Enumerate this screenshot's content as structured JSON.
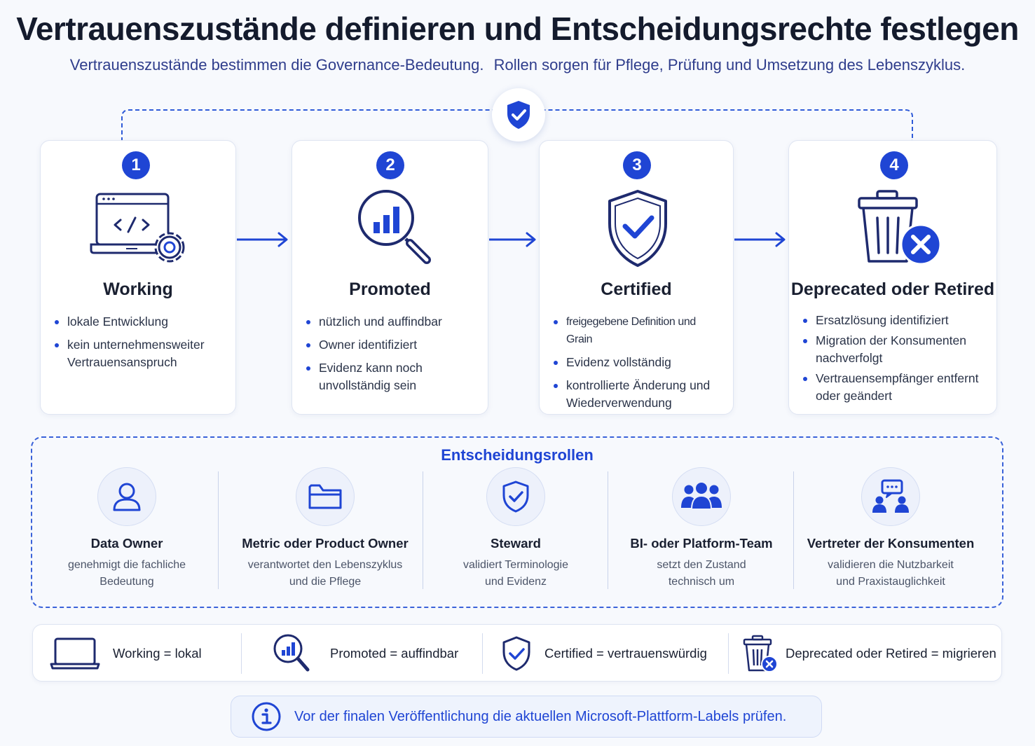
{
  "header": {
    "title": "Vertrauenszustände definieren und Entscheidungsrechte festlegen",
    "subtitle_1": "Vertrauenszustände bestimmen die Governance-Bedeutung.",
    "subtitle_2": "Rollen sorgen für Pflege, Prüfung und Umsetzung des Lebenszyklus."
  },
  "states": [
    {
      "number": "1",
      "title": "Working",
      "icon": "laptop-code-gear-icon",
      "bullets": [
        "lokale Entwicklung",
        "kein unternehmensweiter Vertrauensanspruch"
      ]
    },
    {
      "number": "2",
      "title": "Promoted",
      "icon": "magnifier-chart-icon",
      "bullets": [
        "nützlich und auffindbar",
        "Owner identifiziert",
        "Evidenz kann noch unvollständig sein"
      ]
    },
    {
      "number": "3",
      "title": "Certified",
      "icon": "shield-check-icon",
      "bullets": [
        "freigegebene Definition und Grain",
        "Evidenz vollständig",
        "kontrollierte Änderung und Wiederverwendung"
      ]
    },
    {
      "number": "4",
      "title": "Deprecated oder Retired",
      "icon": "trash-x-icon",
      "bullets": [
        "Ersatzlösung identifiziert",
        "Migration der Konsumenten nachverfolgt",
        "Vertrauensempfänger entfernt oder geändert"
      ]
    }
  ],
  "roles": {
    "title": "Entscheidungsrollen",
    "items": [
      {
        "name": "Data Owner",
        "desc_1": "genehmigt die fachliche",
        "desc_2": "Bedeutung",
        "icon": "person-icon"
      },
      {
        "name": "Metric oder Product Owner",
        "desc_1": "verantwortet den Lebenszyklus",
        "desc_2": "und die Pflege",
        "icon": "folder-icon"
      },
      {
        "name": "Steward",
        "desc_1": "validiert Terminologie",
        "desc_2": "und Evidenz",
        "icon": "shield-check-icon"
      },
      {
        "name": "BI- oder Platform-Team",
        "desc_1": "setzt den Zustand",
        "desc_2": "technisch um",
        "icon": "team-icon"
      },
      {
        "name": "Vertreter der Konsumenten",
        "desc_1": "validieren die Nutzbarkeit",
        "desc_2": "und Praxistauglichkeit",
        "icon": "users-chat-icon"
      }
    ]
  },
  "legend": [
    {
      "text": "Working = lokal",
      "icon": "laptop-icon"
    },
    {
      "text": "Promoted = auffindbar",
      "icon": "magnifier-chart-icon"
    },
    {
      "text": "Certified = vertrauenswürdig",
      "icon": "shield-check-icon"
    },
    {
      "text": "Deprecated oder Retired = migrieren",
      "icon": "trash-x-icon"
    }
  ],
  "note": {
    "text": "Vor der finalen Veröffentlichung die aktuellen Microsoft-Plattform-Labels prüfen.",
    "icon": "info-icon"
  },
  "colors": {
    "accent": "#1f45d4",
    "navy": "#1e2a6e",
    "background": "#f7f9fd"
  }
}
